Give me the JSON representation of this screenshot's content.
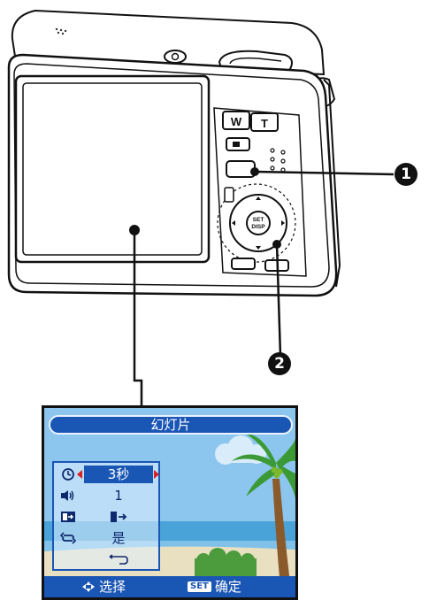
{
  "callouts": [
    {
      "number": "1"
    },
    {
      "number": "2"
    }
  ],
  "camera": {
    "zoom_wide_label": "W",
    "zoom_tele_label": "T",
    "center_button_label": "SET DISP"
  },
  "lcd": {
    "title": "幻灯片",
    "menu_rows": [
      {
        "icon": "timer-icon",
        "value": "3秒",
        "selected": true
      },
      {
        "icon": "volume-icon",
        "value": "1",
        "selected": false
      },
      {
        "icon": "transition-icon",
        "value": "",
        "selected": false
      },
      {
        "icon": "repeat-icon",
        "value": "是",
        "selected": false
      },
      {
        "icon": "back-icon",
        "value": "",
        "selected": false
      }
    ],
    "hint_left": "选择",
    "hint_right_badge": "SET",
    "hint_right": "确定"
  },
  "colors": {
    "menu_blue": "#1a56b4",
    "sky": "#8cc6ef",
    "water": "#4aa3d8",
    "sand": "#e9e0c2",
    "palm": "#3c9a36",
    "arrow_red": "#d92020"
  }
}
